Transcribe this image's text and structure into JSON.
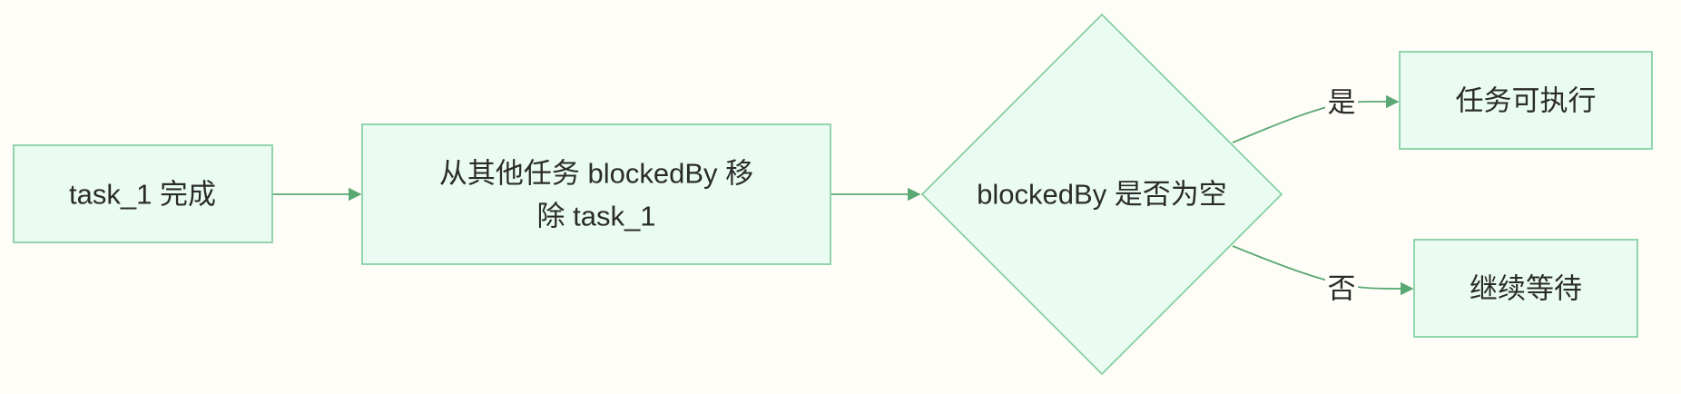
{
  "diagram": {
    "nodes": {
      "task_done": {
        "label": "task_1 完成"
      },
      "remove_blocked": {
        "label_line1": "从其他任务 blockedBy 移",
        "label_line2": "除 task_1"
      },
      "decision": {
        "label": "blockedBy 是否为空"
      },
      "executable": {
        "label": "任务可执行"
      },
      "waiting": {
        "label": "继续等待"
      }
    },
    "edges": {
      "yes": {
        "label": "是"
      },
      "no": {
        "label": "否"
      }
    },
    "colors": {
      "node_fill": "#eafcf1",
      "node_stroke": "#86cfa3",
      "edge": "#5aa874",
      "background": "#fffdf7"
    }
  }
}
